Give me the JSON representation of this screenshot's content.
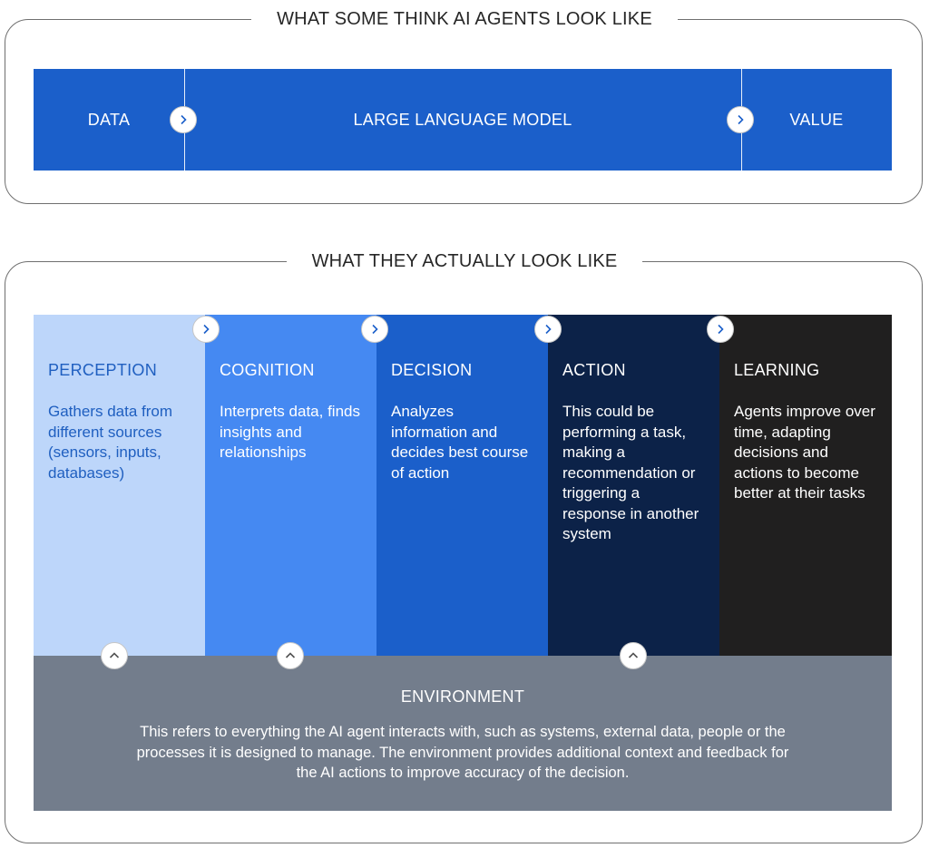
{
  "top_section": {
    "title": "WHAT SOME THINK AI AGENTS LOOK LIKE",
    "items": [
      "DATA",
      "LARGE LANGUAGE MODEL",
      "VALUE"
    ]
  },
  "bottom_section": {
    "title": "WHAT THEY ACTUALLY LOOK LIKE",
    "stages": [
      {
        "title": "PERCEPTION",
        "text": "Gathers data from different sources (sensors, inputs, databases)"
      },
      {
        "title": "COGNITION",
        "text": "Interprets data, finds insights and relationships"
      },
      {
        "title": "DECISION",
        "text": "Analyzes information and decides best course of action"
      },
      {
        "title": "ACTION",
        "text": "This could be performing a task, making a recommendation or triggering a response in another system"
      },
      {
        "title": "LEARNING",
        "text": "Agents improve over time, adapting decisions and actions to become better at their tasks"
      }
    ],
    "environment": {
      "title": "ENVIRONMENT",
      "text": "This refers to everything the AI agent interacts with, such as systems, external data, people or the processes it is designed to manage. The environment provides additional context and feedback for the AI actions to improve accuracy of the decision."
    }
  },
  "colors": {
    "blue_primary": "#1b5fca",
    "blue_light": "#bdd6fa",
    "blue_medium": "#4589f2",
    "navy": "#0c2248",
    "black": "#201f1f",
    "environment_gray": "#737d8c"
  },
  "icons": {
    "arrow": "chevron-right-icon",
    "feedback": "chevron-up-icon"
  }
}
